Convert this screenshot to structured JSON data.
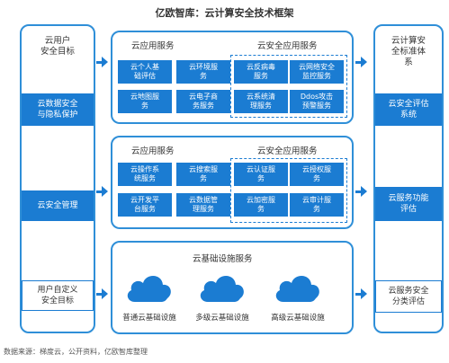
{
  "title": "亿欧智库：云计算安全技术框架",
  "left_column": {
    "heading": "云用户\n安全目标",
    "box1": "云数据安全\n与隐私保护",
    "box2": "云安全管理",
    "box3": "用户自定义\n安全目标"
  },
  "right_column": {
    "heading": "云计算安\n全标准体\n系",
    "box1": "云安全评估\n系统",
    "box2": "云服务功能\n评估",
    "box3": "云服务安全\n分类评估"
  },
  "panel_top": {
    "left_label": "云应用服务",
    "right_label": "云安全应用服务",
    "tiles_left": [
      "云个人基\n础评估",
      "云环境服\n务",
      "云地图服\n务",
      "云电子商\n务服务"
    ],
    "tiles_right": [
      "云反病毒\n服务",
      "云网络安全\n监控服务",
      "云系统清\n理服务",
      "Ddos攻击\n预警服务"
    ]
  },
  "panel_mid": {
    "left_label": "云应用服务",
    "right_label": "云安全应用服务",
    "tiles_left": [
      "云操作系\n统服务",
      "云搜索服\n务",
      "云开发平\n台服务",
      "云数据管\n理服务"
    ],
    "tiles_right": [
      "云认证服\n务",
      "云授权服\n务",
      "云加密服\n务",
      "云审计服\n务"
    ]
  },
  "panel_bottom": {
    "label": "云基础设施服务",
    "clouds": [
      "普通云基础设施",
      "多级云基础设施",
      "高级云基础设施"
    ]
  },
  "source": "数据来源：梯度云，公开资料，亿欧智库整理",
  "colors": {
    "accent": "#1b7cd2",
    "border": "#2f8fd8"
  }
}
